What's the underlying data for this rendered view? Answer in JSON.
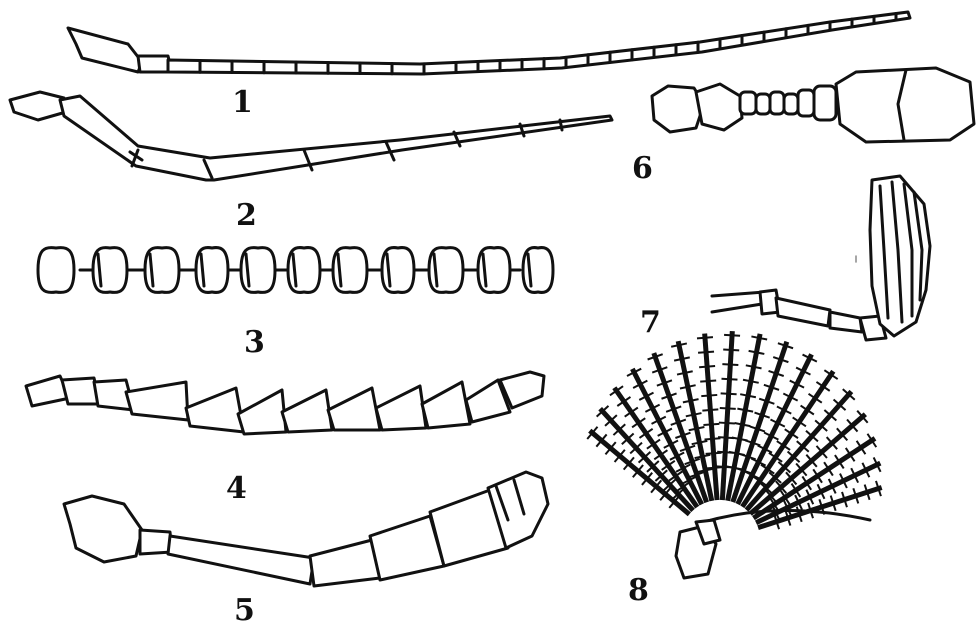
{
  "figure": {
    "background": "#ffffff",
    "ink_color": "#111111",
    "panels": [
      {
        "id": "antenna-1",
        "label": "1"
      },
      {
        "id": "antenna-2",
        "label": "2"
      },
      {
        "id": "antenna-3",
        "label": "3"
      },
      {
        "id": "antenna-4",
        "label": "4"
      },
      {
        "id": "antenna-5",
        "label": "5"
      },
      {
        "id": "antenna-6",
        "label": "6"
      },
      {
        "id": "antenna-7",
        "label": "7"
      },
      {
        "id": "antenna-8",
        "label": "8"
      }
    ]
  }
}
